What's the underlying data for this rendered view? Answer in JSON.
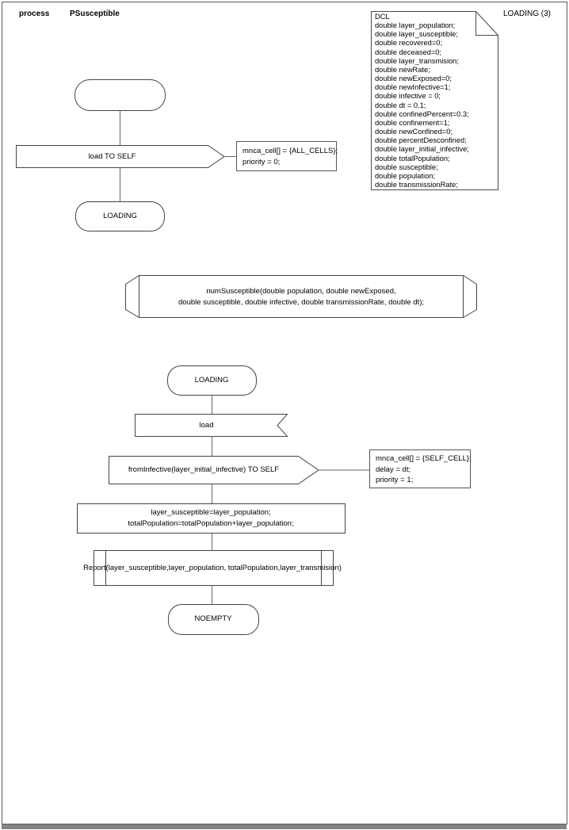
{
  "header": {
    "kind_label": "process",
    "process_name": "PSusceptible",
    "page_label": "LOADING (3)"
  },
  "declarations": {
    "lines": [
      "DCL",
      "double layer_population;",
      "double layer_susceptible;",
      "double recovered=0;",
      "double deceased=0;",
      "double layer_transmision;",
      "double newRate;",
      "double newExposed=0;",
      "double newInfective=1;",
      "double infective = 0;",
      "double dt = 0.1;",
      "double confinedPercent=0.3;",
      "double confinement=1;",
      "double newConfined=0;",
      "double percentDesconfined;",
      "double layer_initial_infective;",
      "double totalPopulation;",
      "double susceptible;",
      "double population;",
      "double transmissionRate;"
    ]
  },
  "flow_top": {
    "output_signal": "load TO SELF",
    "comment_line1": "mnca_cell[] = {ALL_CELLS};",
    "comment_line2": "priority = 0;",
    "next_state": "LOADING"
  },
  "procedure_declaration": {
    "line1": "numSusceptible(double population, double newExposed,",
    "line2": "double susceptible, double infective, double transmissionRate, double dt);"
  },
  "flow_main": {
    "state": "LOADING",
    "input_signal": "load",
    "output_signal": "fromInfective(layer_initial_infective) TO SELF",
    "comment_line1": "mnca_cell[] = {SELF_CELL};",
    "comment_line2": "delay = dt;",
    "comment_line3": "priority = 1;",
    "task_line1": "layer_susceptible=layer_population;",
    "task_line2": "totalPopulation=totalPopulation+layer_population;",
    "procedure_call": "Report(layer_susceptible,layer_population, totalPopulation,layer_transmision)",
    "next_state": "NOEMPTY"
  },
  "colors": {
    "shape_stroke": "#444444",
    "connector_stroke": "#666666",
    "comment_border": "#555555",
    "page_border": "#5b5b5b",
    "page_shadow": "#838383",
    "background": "#ffffff",
    "text": "#000000"
  }
}
